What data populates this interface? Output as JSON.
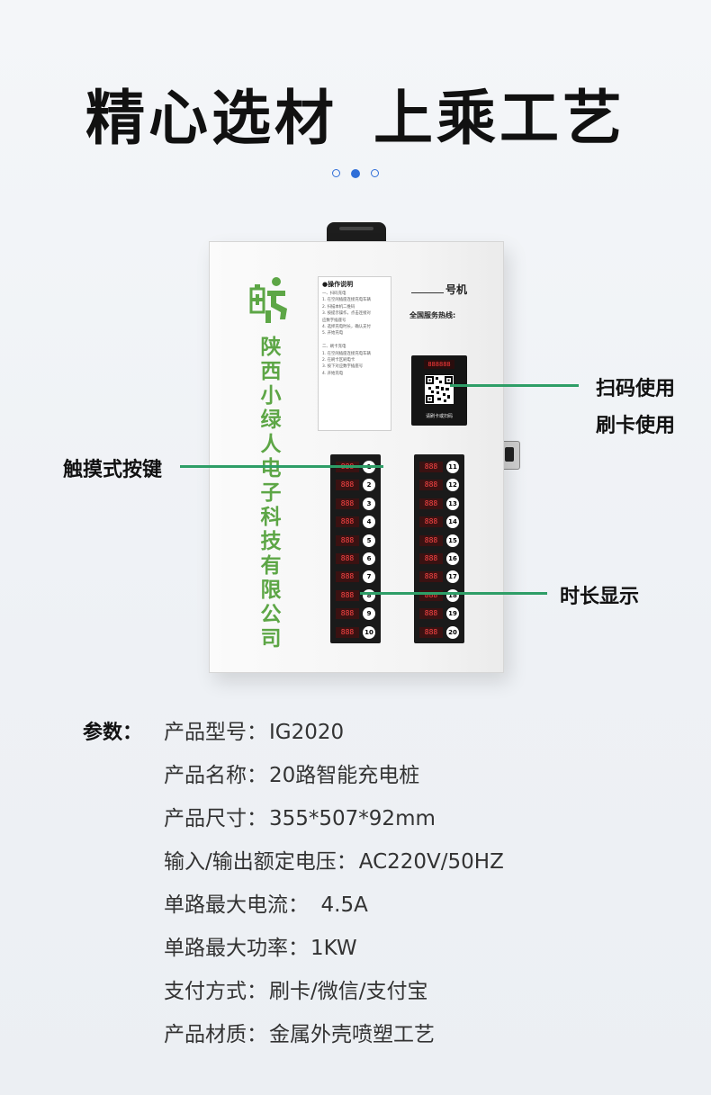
{
  "headline": {
    "part1": "精心选材",
    "part2": "上乘工艺"
  },
  "carousel": {
    "count": 3,
    "active_index": 1
  },
  "device": {
    "company_chars": [
      "陕",
      "西",
      "小",
      "绿",
      "人",
      "电",
      "子",
      "科",
      "技",
      "有",
      "限",
      "公",
      "司"
    ],
    "instructions": {
      "title": "●操作说明",
      "lines": [
        "一、扫码充电",
        "1. 在空闲插座连接充电车辆",
        "2. 扫描本机二维码",
        "3. 按提示操作，点击连接对",
        "应数字插座号",
        "4. 选择充电时长，确认支付",
        "5. 开始充电",
        "",
        "二、刷卡充电",
        "1. 在空闲插座连接充电车辆",
        "2. 在刷卡区刷电卡",
        "3. 按下对应数字插座号",
        "4. 开始充电"
      ]
    },
    "machine_no_suffix": "号机",
    "hotline": "全国服务热线:",
    "qr_digits": "888888",
    "qr_caption": "请刷卡或扫码",
    "segment_text": "888",
    "left_buttons": [
      "1",
      "2",
      "3",
      "4",
      "5",
      "6",
      "7",
      "8",
      "9",
      "10"
    ],
    "right_buttons": [
      "11",
      "12",
      "13",
      "14",
      "15",
      "16",
      "17",
      "18",
      "19",
      "20"
    ],
    "colors": {
      "brand_green": "#5da646",
      "line_green": "#2e9e67",
      "display_red": "#ff4646"
    }
  },
  "callouts": {
    "scan": "扫码使用",
    "card": "刷卡使用",
    "touch": "触摸式按键",
    "duration": "时长显示"
  },
  "specs": {
    "label": "参数：",
    "rows": [
      {
        "k": "产品型号：",
        "v": "IG2020"
      },
      {
        "k": "产品名称：",
        "v": "20路智能充电桩"
      },
      {
        "k": "产品尺寸：",
        "v": "355*507*92mm"
      },
      {
        "k": "输入/输出额定电压：",
        "v": "AC220V/50HZ"
      },
      {
        "k": "单路最大电流：",
        "v": "　4.5A"
      },
      {
        "k": "单路最大功率：",
        "v": "1KW"
      },
      {
        "k": "支付方式：",
        "v": "刷卡/微信/支付宝"
      },
      {
        "k": "产品材质：",
        "v": "金属外壳喷塑工艺"
      }
    ]
  }
}
